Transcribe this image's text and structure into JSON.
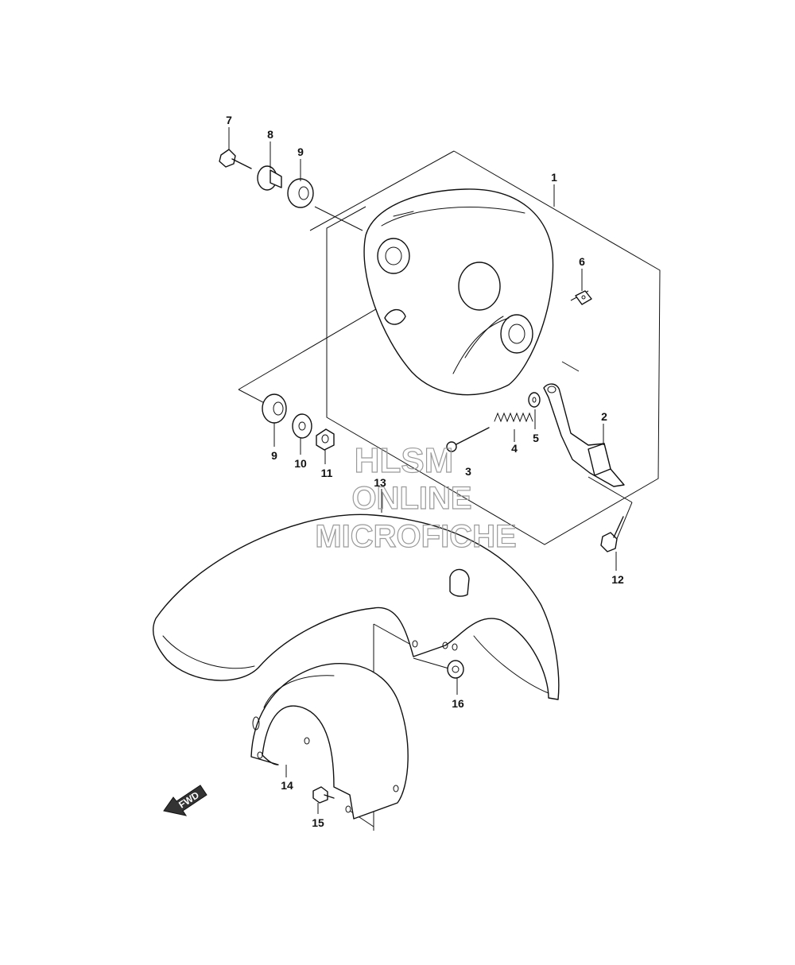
{
  "callouts": [
    {
      "id": "1",
      "label": "1"
    },
    {
      "id": "2",
      "label": "2"
    },
    {
      "id": "3",
      "label": "3"
    },
    {
      "id": "4",
      "label": "4"
    },
    {
      "id": "5",
      "label": "5"
    },
    {
      "id": "6",
      "label": "6"
    },
    {
      "id": "7",
      "label": "7"
    },
    {
      "id": "8",
      "label": "8"
    },
    {
      "id": "9a",
      "label": "9"
    },
    {
      "id": "9b",
      "label": "9"
    },
    {
      "id": "10",
      "label": "10"
    },
    {
      "id": "11",
      "label": "11"
    },
    {
      "id": "12",
      "label": "12"
    },
    {
      "id": "13",
      "label": "13"
    },
    {
      "id": "14",
      "label": "14"
    },
    {
      "id": "15",
      "label": "15"
    },
    {
      "id": "16",
      "label": "16"
    }
  ],
  "watermark": {
    "line1": "HLSM",
    "line2": "ONLINE",
    "line3": "MICROFICHE"
  },
  "direction_arrow": {
    "label": "FWD",
    "icon": "fwd-arrow-icon"
  }
}
